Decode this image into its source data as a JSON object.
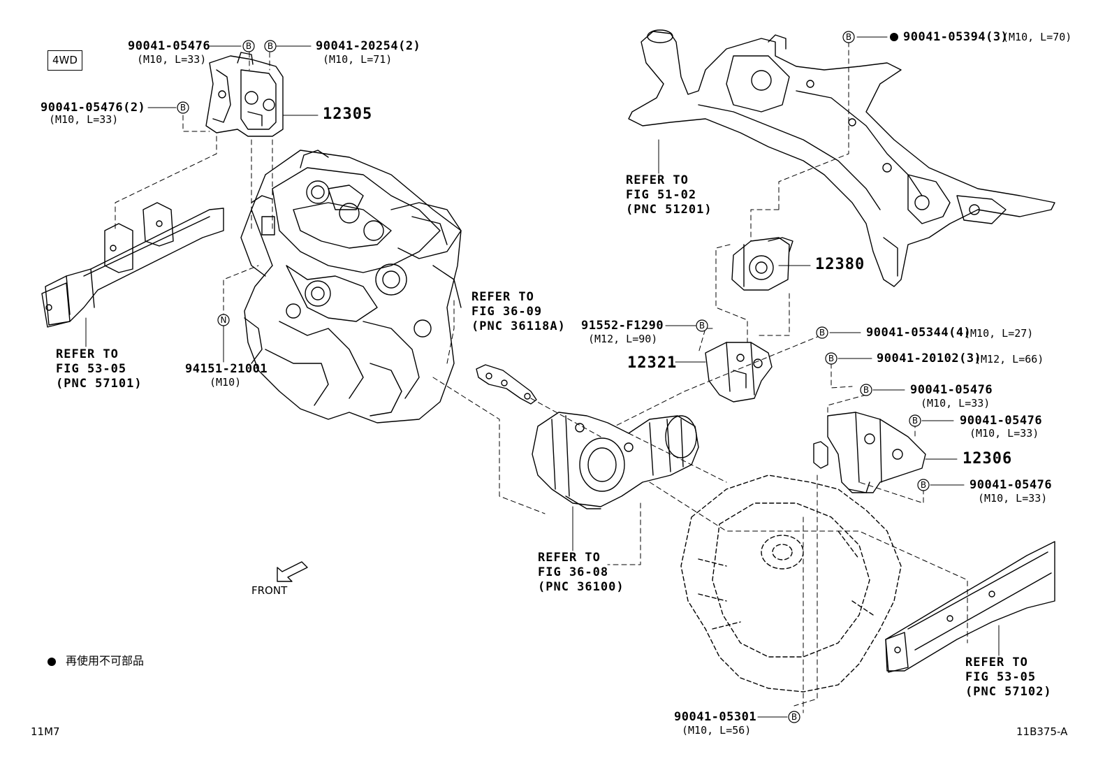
{
  "callouts": {
    "c1": {
      "pn": "90041-05476",
      "spec": "(M10, L=33)",
      "mark": "B"
    },
    "c2": {
      "pn": "90041-20254(2)",
      "spec": "(M10, L=71)",
      "mark": "B"
    },
    "c3": {
      "pn": "90041-05476(2)",
      "spec": "(M10, L=33)",
      "mark": "B"
    },
    "c4": {
      "pn": "90041-05394(3)",
      "spec": "(M10, L=70)",
      "mark": "B"
    },
    "c5": {
      "pn": "91552-F1290",
      "spec": "(M12, L=90)",
      "mark": "B"
    },
    "c6": {
      "pn": "90041-05344(4)",
      "spec": "(M10, L=27)",
      "mark": "B"
    },
    "c7": {
      "pn": "90041-20102(3)",
      "spec": "(M12, L=66)",
      "mark": "B"
    },
    "c8": {
      "pn": "90041-05476",
      "spec": "(M10, L=33)",
      "mark": "B"
    },
    "c9": {
      "pn": "90041-05476",
      "spec": "(M10, L=33)",
      "mark": "B"
    },
    "c10": {
      "pn": "90041-05476",
      "spec": "(M10, L=33)",
      "mark": "B"
    },
    "c11": {
      "pn": "90041-05301",
      "spec": "(M10, L=56)",
      "mark": "B"
    },
    "c12": {
      "pn": "94151-21001",
      "spec": "(M10)",
      "mark": "N"
    }
  },
  "base_parts": {
    "p12305": "12305",
    "p12380": "12380",
    "p12321": "12321",
    "p12306": "12306"
  },
  "refers": {
    "r1": "REFER TO\nFIG 53-05\n(PNC 57101)",
    "r2": "REFER TO\nFIG 51-02\n(PNC 51201)",
    "r3": "REFER TO\nFIG 36-09\n(PNC 36118A)",
    "r4": "REFER TO\nFIG 36-08\n(PNC 36100)",
    "r5": "REFER TO\nFIG 53-05\n(PNC 57102)"
  },
  "badge_4wd": "4WD",
  "front_label": "FRONT",
  "legend_text": "再使用不可部品",
  "footer_left": "11M7",
  "footer_right": "11B375-A",
  "icons": [
    "circled-b-icon",
    "circled-n-icon",
    "non-reusable-dot-icon",
    "front-arrow-icon"
  ]
}
